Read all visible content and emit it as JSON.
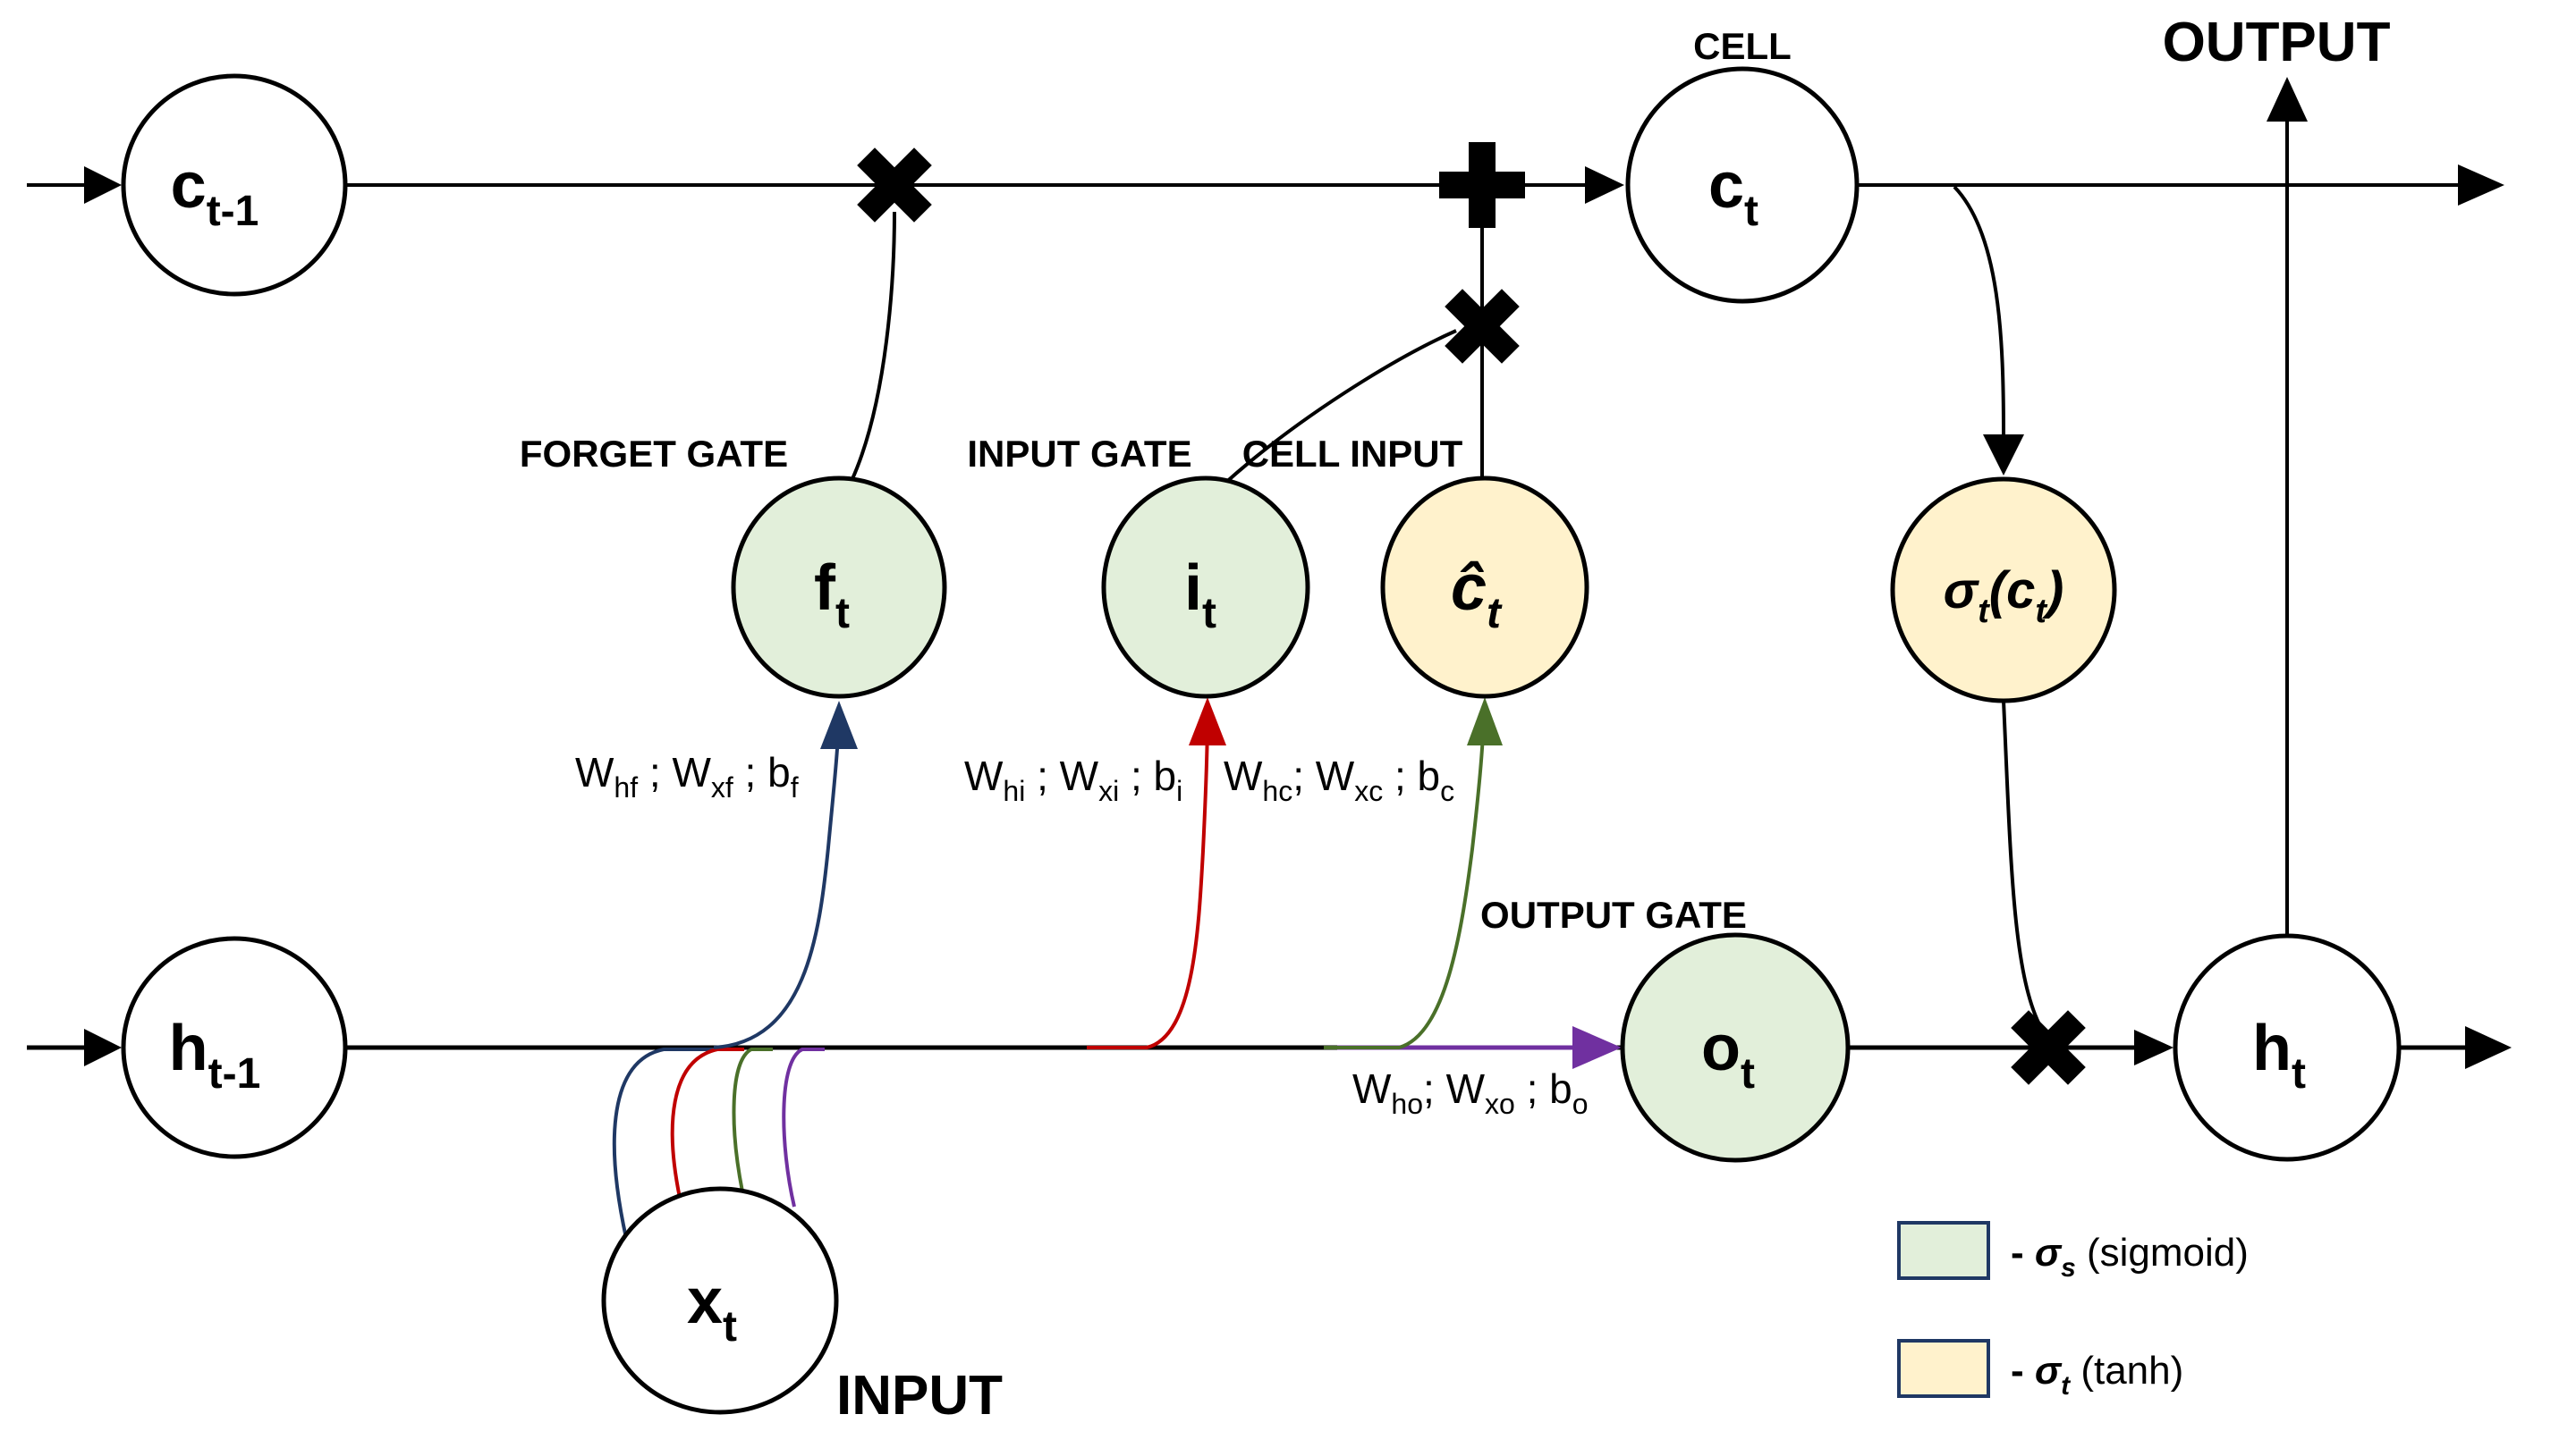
{
  "diagram_title": "LSTM cell diagram",
  "colors": {
    "sigmoid_green": "#e2efda",
    "tanh_tan": "#fff2cc",
    "legend_border": "#1f3864",
    "navy": "#1f3864",
    "red": "#c00000",
    "green": "#4a7029",
    "purple": "#7030a0",
    "line_black": "#000000",
    "node_white": "#ffffff"
  },
  "titles": {
    "cell": "CELL",
    "output": "OUTPUT",
    "input": "INPUT",
    "forget_gate": "FORGET GATE",
    "input_gate": "INPUT GATE",
    "cell_input": "CELL INPUT",
    "output_gate": "OUTPUT GATE"
  },
  "nodes": {
    "c_prev": {
      "main": "c",
      "sub": "t-1"
    },
    "c": {
      "main": "c",
      "sub": "t"
    },
    "f": {
      "main": "f",
      "sub": "t"
    },
    "i": {
      "main": "i",
      "sub": "t"
    },
    "c_hat": {
      "main": "ĉ",
      "sub": "t"
    },
    "sigma_c": {
      "p0": "σ",
      "s0": "t",
      "p1": "(c",
      "s1": "t",
      "p2": ")"
    },
    "o": {
      "main": "o",
      "sub": "t"
    },
    "h_prev": {
      "main": "h",
      "sub": "t-1"
    },
    "h": {
      "main": "h",
      "sub": "t"
    },
    "x": {
      "main": "x",
      "sub": "t"
    }
  },
  "weights": {
    "forget": {
      "p0": "W",
      "s0": "hf",
      "p1": " ; W",
      "s1": "xf",
      "p2": " ; b",
      "s2": "f"
    },
    "input": {
      "p0": "W",
      "s0": "hi",
      "p1": " ; W",
      "s1": "xi",
      "p2": " ; b",
      "s2": "i"
    },
    "cell": {
      "p0": "W",
      "s0": "hc",
      "p1": "; W",
      "s1": "xc",
      "p2": " ; b",
      "s2": "c"
    },
    "output": {
      "p0": "W",
      "s0": "ho",
      "p1": "; W",
      "s1": "xo",
      "p2": " ; b",
      "s2": "o"
    }
  },
  "operators": {
    "cell_forget_multiply": "×",
    "cell_add": "+",
    "input_cell_multiply": "×",
    "output_multiply": "×"
  },
  "legend": {
    "sigmoid": {
      "dash": "- ",
      "sym": "σ",
      "sub": "s",
      "rest": " (sigmoid)"
    },
    "tanh": {
      "dash": "- ",
      "sym": "σ",
      "sub": "t",
      "rest": " (tanh)"
    }
  }
}
